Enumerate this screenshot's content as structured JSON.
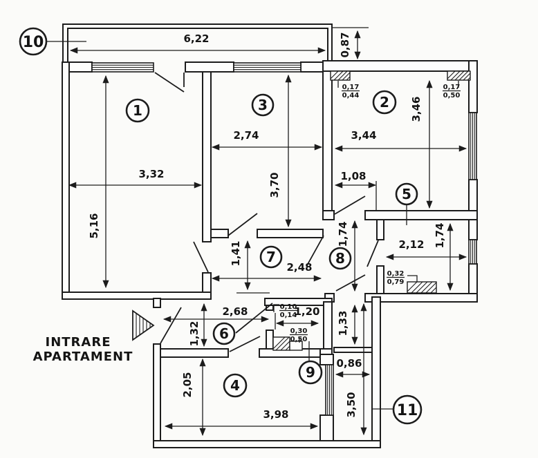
{
  "plan": {
    "entrance": {
      "line1": "INTRARE",
      "line2": "APARTAMENT"
    },
    "rooms": {
      "r1": "1",
      "r2": "2",
      "r3": "3",
      "r4": "4",
      "r5": "5",
      "r6": "6",
      "r7": "7",
      "r8": "8",
      "r9": "9",
      "r10": "10",
      "r11": "11"
    },
    "dims": {
      "balcony10_width": "6,22",
      "balcony10_offset": "0,87",
      "room1_width": "3,32",
      "room1_depth": "5,16",
      "room3_width": "2,74",
      "room3_depth": "3,70",
      "room2_width": "3,44",
      "room2_depth": "3,46",
      "room2_door": "1,08",
      "room5_width": "2,12",
      "room5_depth": "1,74",
      "hall8_depth": "1,74",
      "hall7_depth": "1,41",
      "hall7_width": "2,48",
      "hall6_width": "2,68",
      "hall6_depth": "1,32",
      "room9_width": "1,20",
      "shaft_depth": "1,33",
      "balcony11_width": "0,86",
      "balcony11_length": "3,50",
      "room4_depth": "2,05",
      "room4_width": "3,98"
    },
    "fractions": {
      "room2_left": {
        "num": "0,17",
        "den": "0,44"
      },
      "room2_right": {
        "num": "0,17",
        "den": "0,50"
      },
      "room5_block": {
        "num": "0,32",
        "den": "0,79"
      },
      "room9_top": {
        "num": "0,10",
        "den": "0,14"
      },
      "room9_block": {
        "num": "0,30",
        "den": "0,50"
      }
    },
    "colors": {
      "line": "#1c1c1c",
      "paper": "#fbfbf9"
    }
  }
}
